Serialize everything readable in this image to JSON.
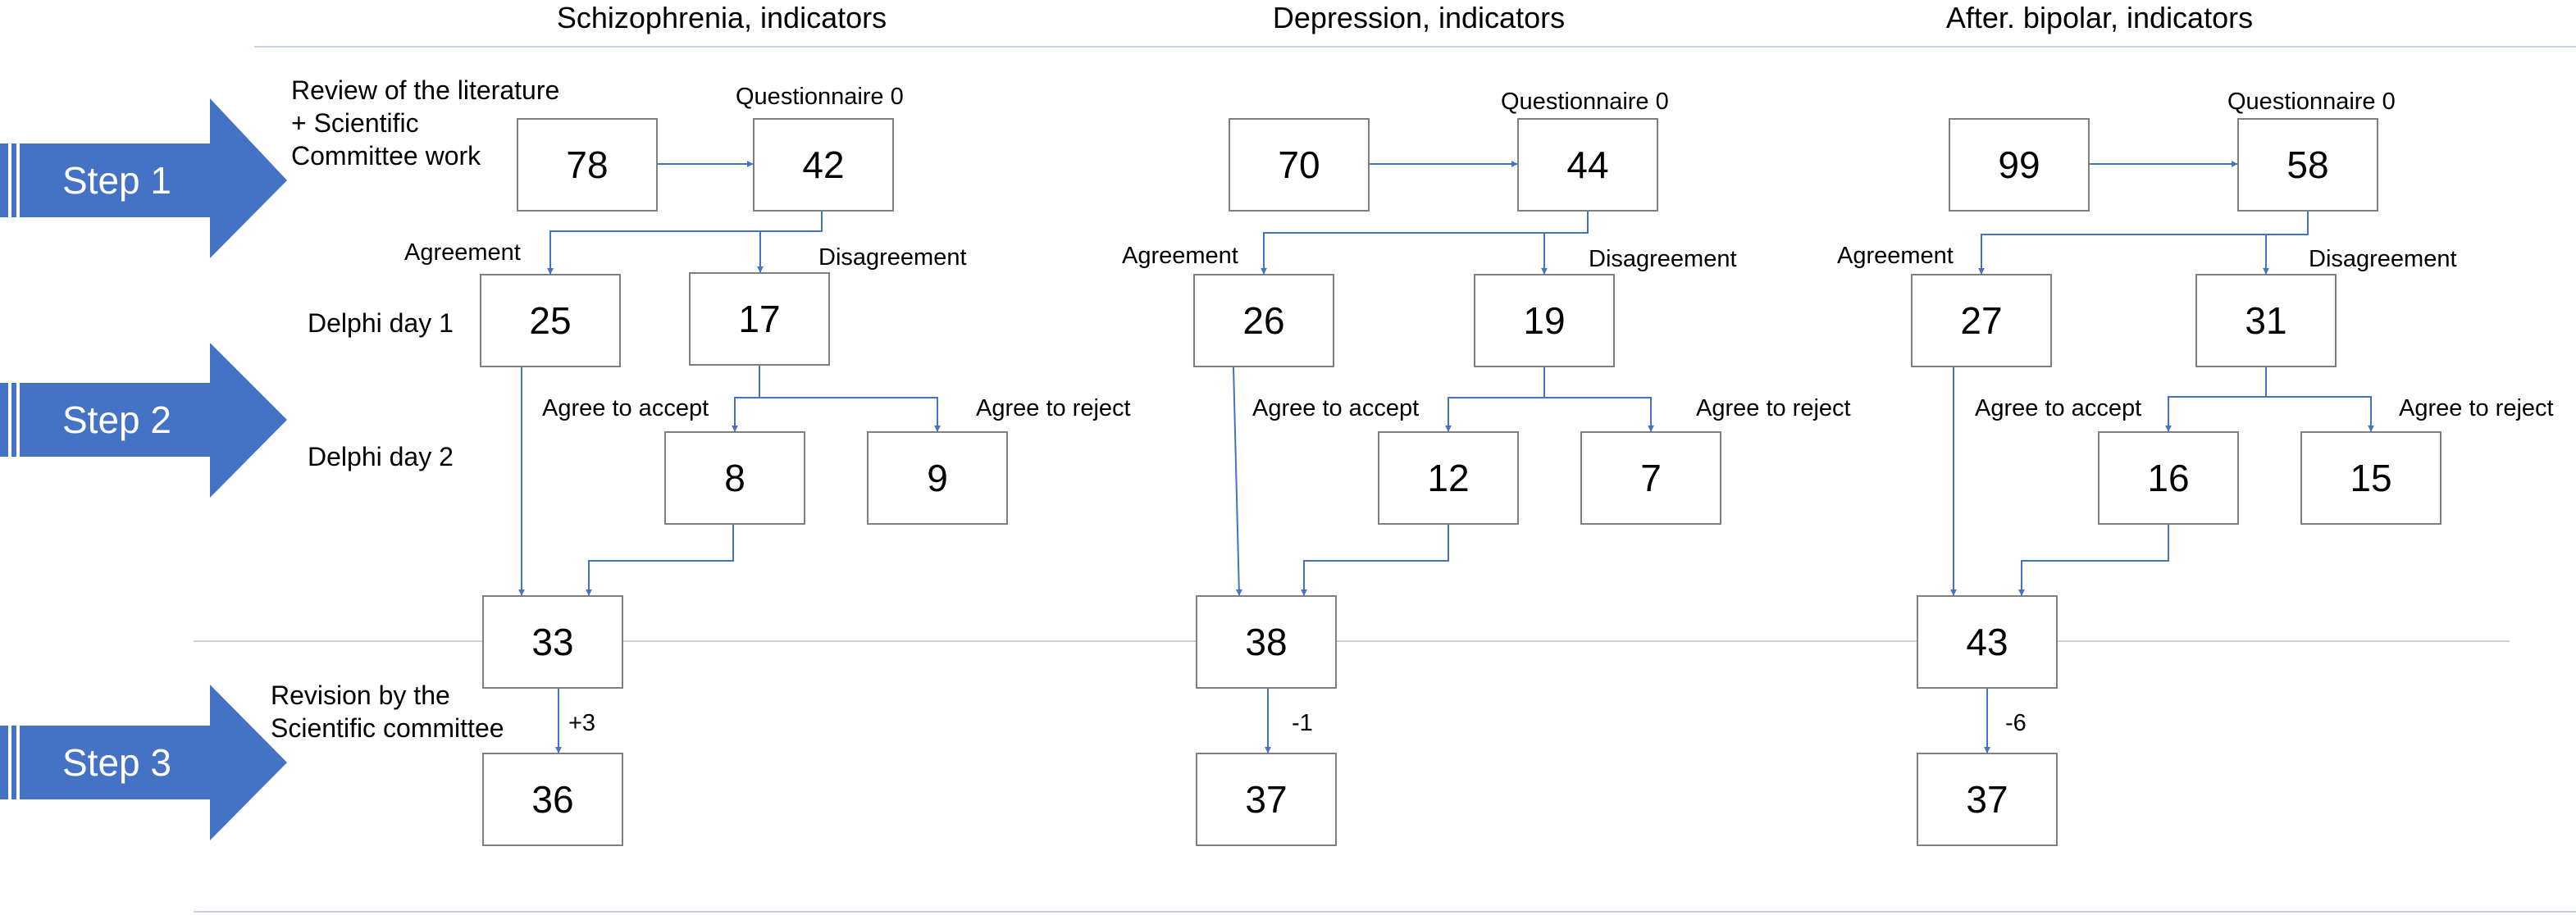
{
  "colors": {
    "arrow": "#4472c4",
    "arrow_fill": "#4472c4",
    "step_fill": "#4472c4",
    "box_border": "#7f7f7f",
    "guide": "#c8d4e6"
  },
  "headers": [
    "Schizophrenia, indicators",
    "Depression, indicators",
    "After. bipolar, indicators"
  ],
  "steps": [
    "Step 1",
    "Step 2",
    "Step 3"
  ],
  "side_labels": {
    "literature": "Review of the literature\n+ Scientific\nCommittee work",
    "delphi1": "Delphi day 1",
    "delphi2": "Delphi day 2",
    "revision": "Revision by the\nScientific committee"
  },
  "labels": {
    "questionnaire": "Questionnaire 0",
    "agreement": "Agreement",
    "disagreement": "Disagreement",
    "accept": "Agree to accept",
    "reject": "Agree to reject"
  },
  "columns": [
    {
      "review": "78",
      "questionnaire": "42",
      "agreement": "25",
      "disagreement": "17",
      "accept": "8",
      "reject": "9",
      "merged": "33",
      "change": "+3",
      "final": "36"
    },
    {
      "review": "70",
      "questionnaire": "44",
      "agreement": "26",
      "disagreement": "19",
      "accept": "12",
      "reject": "7",
      "merged": "38",
      "change": "-1",
      "final": "37"
    },
    {
      "review": "99",
      "questionnaire": "58",
      "agreement": "27",
      "disagreement": "31",
      "accept": "16",
      "reject": "15",
      "merged": "43",
      "change": "-6",
      "final": "37"
    }
  ]
}
